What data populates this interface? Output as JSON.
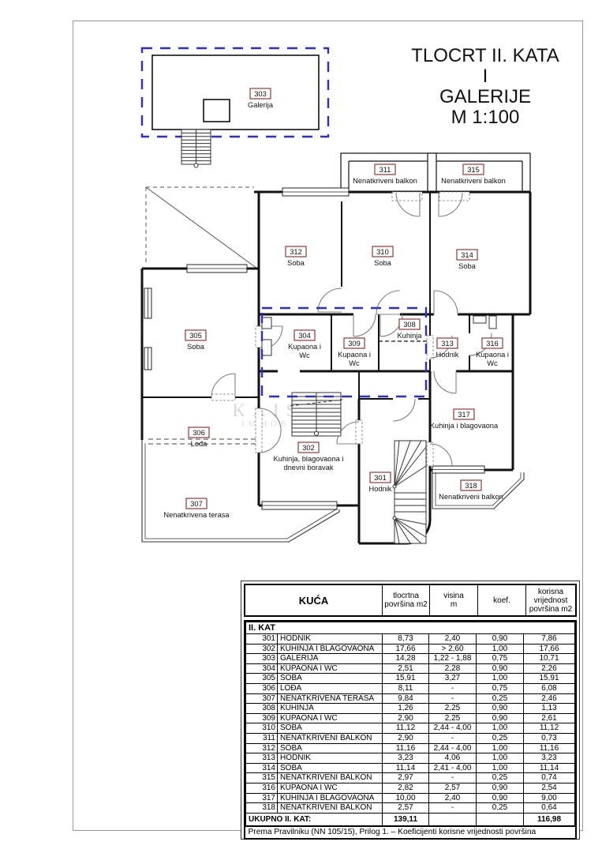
{
  "page": {
    "title_lines": [
      "TLOCRT II. KATA",
      "I",
      "GALERIJE",
      "M 1:100"
    ],
    "watermark": {
      "line1": "KAISER",
      "line2": "IMMOBILIEN"
    }
  },
  "plan": {
    "label_box_color": "#8a3a3a",
    "dashed_outline_color": "#2e2ebf",
    "rooms": [
      {
        "id": "303",
        "name": "Galerija"
      },
      {
        "id": "311",
        "name": "Nenatkriveni balkon"
      },
      {
        "id": "315",
        "name": "Nenatkriveni balkon"
      },
      {
        "id": "312",
        "name": "Soba"
      },
      {
        "id": "310",
        "name": "Soba"
      },
      {
        "id": "314",
        "name": "Soba"
      },
      {
        "id": "305",
        "name": "Soba"
      },
      {
        "id": "304",
        "name": "Kupaona i\nWc"
      },
      {
        "id": "309",
        "name": "Kupaona i\nWc"
      },
      {
        "id": "308",
        "name": "Kuhinja"
      },
      {
        "id": "313",
        "name": "Hodnik"
      },
      {
        "id": "316",
        "name": "Kupaona i\nWc"
      },
      {
        "id": "306",
        "name": "Lođa"
      },
      {
        "id": "307",
        "name": "Nenatkrivena terasa"
      },
      {
        "id": "302",
        "name": "Kuhinja, blagovaona i\ndnevni boravak"
      },
      {
        "id": "301",
        "name": "Hodnik"
      },
      {
        "id": "317",
        "name": "Kuhinja i blagovaona"
      },
      {
        "id": "318",
        "name": "Nenatkriveni balkon"
      }
    ]
  },
  "table": {
    "header": {
      "col1": "KUĆA",
      "col2": "tlocrtna\npovršina m2",
      "col3": "visina\nm",
      "col4": "koef.",
      "col5": "korisna\nvrijednost\npovršina m2"
    },
    "section": "II. KAT",
    "rows": [
      {
        "num": "301",
        "name": "HODNIK",
        "area": "8,73",
        "height": "2,40",
        "koef": "0,90",
        "value": "7,86"
      },
      {
        "num": "302",
        "name": "KUHINJA I BLAGOVAONA",
        "area": "17,66",
        "height": "> 2,60",
        "koef": "1,00",
        "value": "17,66"
      },
      {
        "num": "303",
        "name": "GALERIJA",
        "area": "14,28",
        "height": "1,22 - 1,88",
        "koef": "0,75",
        "value": "10,71"
      },
      {
        "num": "304",
        "name": "KUPAONA I WC",
        "area": "2,51",
        "height": "2,28",
        "koef": "0,90",
        "value": "2,26"
      },
      {
        "num": "305",
        "name": "SOBA",
        "area": "15,91",
        "height": "3,27",
        "koef": "1,00",
        "value": "15,91"
      },
      {
        "num": "306",
        "name": "LOĐA",
        "area": "8,11",
        "height": "-",
        "koef": "0,75",
        "value": "6,08"
      },
      {
        "num": "307",
        "name": "NENATKRIVENA TERASA",
        "area": "9,84",
        "height": "-",
        "koef": "0,25",
        "value": "2,46"
      },
      {
        "num": "308",
        "name": "KUHINJA",
        "area": "1,26",
        "height": "2,25",
        "koef": "0,90",
        "value": "1,13"
      },
      {
        "num": "309",
        "name": "KUPAONA I WC",
        "area": "2,90",
        "height": "2,25",
        "koef": "0,90",
        "value": "2,61"
      },
      {
        "num": "310",
        "name": "SOBA",
        "area": "11,12",
        "height": "2,44 - 4,00",
        "koef": "1,00",
        "value": "11,12"
      },
      {
        "num": "311",
        "name": "NENATKRIVENI BALKON",
        "area": "2,90",
        "height": "-",
        "koef": "0,25",
        "value": "0,73"
      },
      {
        "num": "312",
        "name": "SOBA",
        "area": "11,16",
        "height": "2,44 - 4,00",
        "koef": "1,00",
        "value": "11,16"
      },
      {
        "num": "313",
        "name": "HODNIK",
        "area": "3,23",
        "height": "4,06",
        "koef": "1,00",
        "value": "3,23"
      },
      {
        "num": "314",
        "name": "SOBA",
        "area": "11,14",
        "height": "2,41 - 4,00",
        "koef": "1,00",
        "value": "11,14"
      },
      {
        "num": "315",
        "name": "NENATKRIVENI BALKON",
        "area": "2,97",
        "height": "-",
        "koef": "0,25",
        "value": "0,74"
      },
      {
        "num": "316",
        "name": "KUPAONA I WC",
        "area": "2,82",
        "height": "2,57",
        "koef": "0,90",
        "value": "2,54"
      },
      {
        "num": "317",
        "name": "KUHINJA I BLAGOVAONA",
        "area": "10,00",
        "height": "2,40",
        "koef": "0,90",
        "value": "9,00"
      },
      {
        "num": "318",
        "name": "NENATKRIVENI BALKON",
        "area": "2,57",
        "height": "-",
        "koef": "0,25",
        "value": "0,64"
      }
    ],
    "total": {
      "label": "UKUPNO II. KAT:",
      "area": "139,11",
      "value": "116,98"
    },
    "footnote": "Prema Pravilniku (NN 105/15), Prilog 1. – Koeficijenti korisne vrijednosti površina"
  }
}
